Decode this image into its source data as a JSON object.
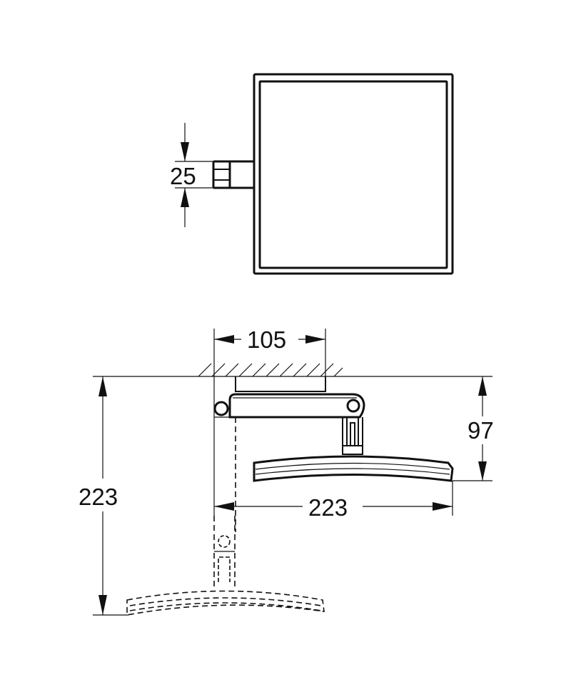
{
  "drawing": {
    "colors": {
      "line": "#111111",
      "background": "#ffffff"
    },
    "top_view": {
      "dimensions": {
        "mount_height": "25"
      }
    },
    "side_view": {
      "dimensions": {
        "wall_plate_width": "105",
        "arm_depth": "97",
        "mirror_width": "223",
        "swing_height": "223"
      }
    }
  }
}
